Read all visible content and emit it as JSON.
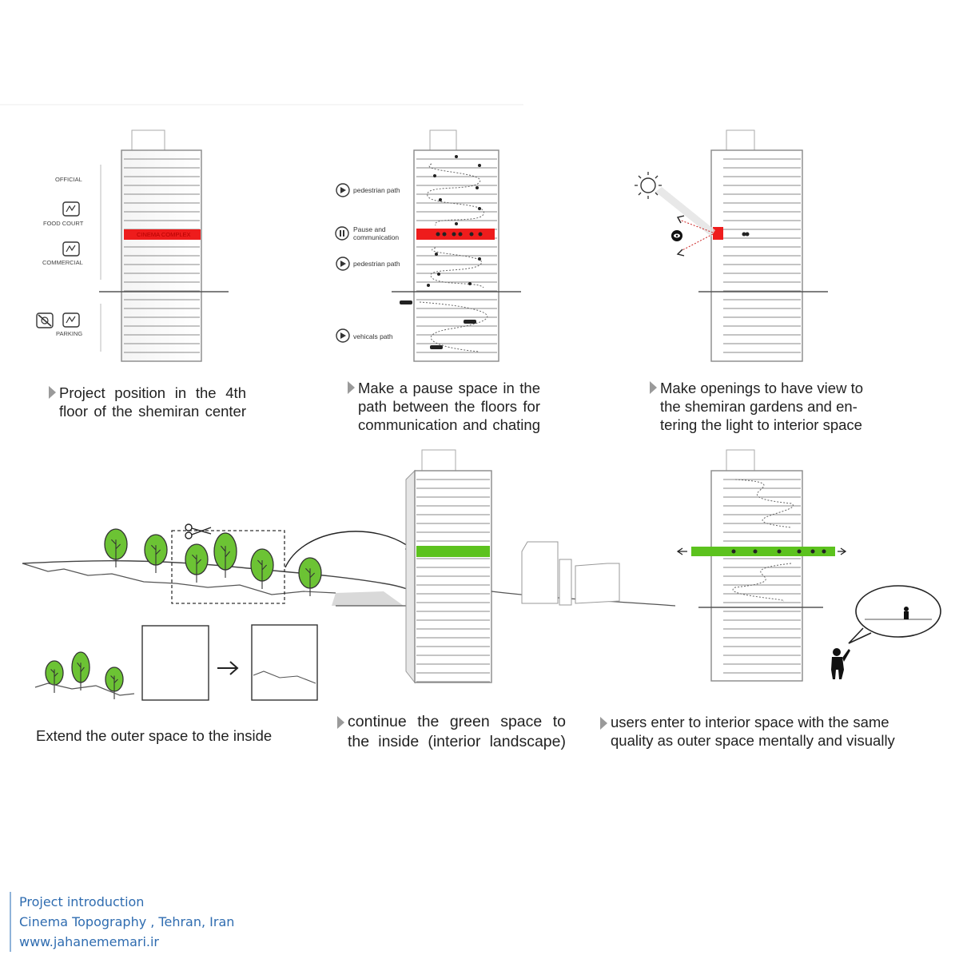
{
  "panels": {
    "p1": {
      "caption": [
        "Project  position  in  the  4th",
        "floor  of  the  shemiran  center"
      ],
      "labels": {
        "official": "OFFICIAL",
        "food_court": "FOOD COURT",
        "commercial": "COMMERCIAL",
        "parking": "PARKING",
        "cinema_complex": "CINEMA COMPLEX"
      }
    },
    "p2": {
      "caption": [
        "Make a pause space in the",
        "path between the floors for",
        "communication and chating"
      ],
      "legend": {
        "pedestrian_1": "pedestrian path",
        "pause": [
          "Pause and",
          "communication"
        ],
        "pedestrian_2": "pedestrian path",
        "vehicals": "vehicals path"
      }
    },
    "p3": {
      "caption": [
        "Make openings to have view to",
        "the shemiran gardens and en-",
        "tering the light to interior space"
      ]
    },
    "p4": {
      "caption": [
        "Extend the outer space to the inside"
      ]
    },
    "p5": {
      "caption": [
        "continue  the  green  space  to",
        "the inside (interior landscape)"
      ]
    },
    "p6": {
      "caption": [
        "users enter to interior space with the same",
        "quality as outer space mentally and visually"
      ]
    }
  },
  "footer": {
    "line1": "Project introduction",
    "line2": "Cinema Topography , Tehran, Iran",
    "line3": "www.jahanememari.ir"
  },
  "colors": {
    "red": "#ee1c1c",
    "green": "#5cc21e",
    "tree": "#6cc334",
    "link_blue": "#2f6cb0"
  }
}
